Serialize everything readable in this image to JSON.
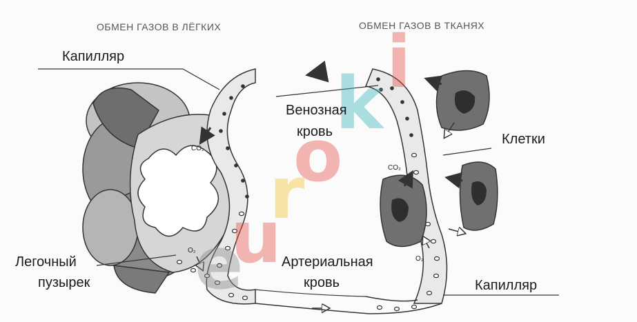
{
  "headings": {
    "lungs": "ОБМЕН ГАЗОВ В ЛЁГКИХ",
    "tissues": "ОБМЕН ГАЗОВ В ТКАНЯХ"
  },
  "labels": {
    "capillary_top": "Капилляр",
    "venous_line1": "Венозная",
    "venous_line2": "кровь",
    "cells": "Клетки",
    "alveolus_line1": "Легочный",
    "alveolus_line2": "пузырек",
    "arterial_line1": "Артериальная",
    "arterial_line2": "кровь",
    "capillary_bottom": "Капилляр"
  },
  "gases": {
    "co2_lung": "CO₂",
    "o2_lung": "O₂",
    "co2_tissue": "CO₂",
    "o2_tissue": "O₂"
  },
  "watermark": [
    "e",
    "u",
    "r",
    "o",
    "k",
    "i"
  ],
  "colors": {
    "outline": "#333333",
    "alveolus_dark": "#6e6e6e",
    "alveolus_mid": "#9a9a9a",
    "alveolus_light": "#c4c4c4",
    "cell_fill": "#707070",
    "nucleus": "#2e2e2e",
    "vessel_fill": "#e9e9e9",
    "watermark_red": "#e8534a",
    "watermark_yellow": "#f2c430",
    "watermark_teal": "#3cb6b9",
    "watermark_gray": "#8a8a8a"
  }
}
